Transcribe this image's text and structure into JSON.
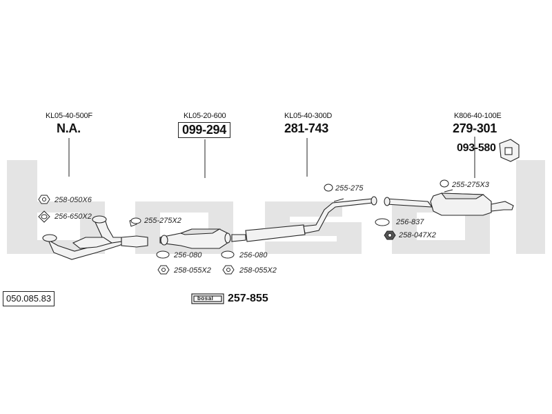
{
  "catalog_number": "050.085.83",
  "watermark_text": "bosal",
  "brand_box_text": "bosal",
  "kit": {
    "part_number": "257-855"
  },
  "components": [
    {
      "id": "front-pipe",
      "oem": "KL05-40-500F",
      "part_number": "N.A.",
      "boxed": false
    },
    {
      "id": "catalytic-converter",
      "oem": "KL05-20-600",
      "part_number": "099-294",
      "boxed": true
    },
    {
      "id": "middle-silencer",
      "oem": "KL05-40-300D",
      "part_number": "281-743",
      "boxed": false
    },
    {
      "id": "rear-silencer",
      "oem": "K806-40-100E",
      "part_number": "279-301",
      "boxed": false
    }
  ],
  "rubber_mount": {
    "part_number": "093-580"
  },
  "fittings": [
    {
      "code": "258-050X6",
      "icon": "nut-icon"
    },
    {
      "code": "256-650X2",
      "icon": "gasket-icon"
    },
    {
      "code": "255-275X2",
      "icon": "clamp-icon"
    },
    {
      "code": "256-080",
      "icon": "gasket-icon"
    },
    {
      "code": "258-055X2",
      "icon": "nut-icon"
    },
    {
      "code": "256-080",
      "icon": "gasket-icon"
    },
    {
      "code": "258-055X2",
      "icon": "nut-icon"
    },
    {
      "code": "255-275",
      "icon": "clamp-icon"
    },
    {
      "code": "255-275X3",
      "icon": "clamp-icon"
    },
    {
      "code": "256-837",
      "icon": "gasket-icon"
    },
    {
      "code": "258-047X2",
      "icon": "nut-icon"
    }
  ],
  "colors": {
    "watermark": "#e4e4e4",
    "line": "#222222",
    "pipe_fill": "#f2f2f2"
  }
}
